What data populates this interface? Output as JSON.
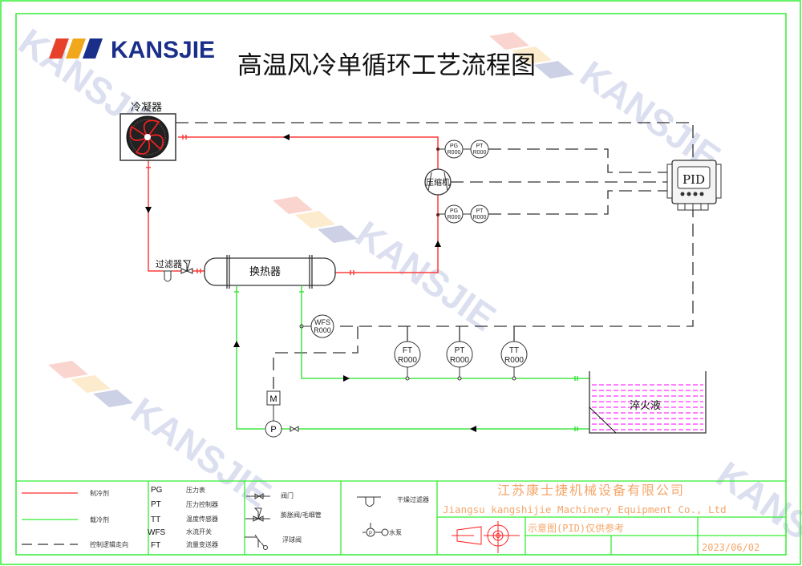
{
  "logo": {
    "brand": "KANSJIE",
    "colors": [
      "#e8412a",
      "#f2a81d",
      "#1a2f8a"
    ]
  },
  "title": "高温风冷单循环工艺流程图",
  "watermark": "KANSJIE",
  "equipment": {
    "condenser": "冷凝器",
    "compressor": "压缩机",
    "filter": "过滤器",
    "heat_exchanger": "换热器",
    "tank": "淬火液",
    "controller": "PID",
    "motor": "M",
    "pump": "P"
  },
  "instruments": {
    "pg_top": {
      "tag": "PG",
      "value": "R000"
    },
    "pt_top": {
      "tag": "PT",
      "value": "R000"
    },
    "pg_bottom": {
      "tag": "PG",
      "value": "R000"
    },
    "pt_bottom": {
      "tag": "PT",
      "value": "R000"
    },
    "wfs": {
      "tag": "WFS",
      "value": "R000"
    },
    "ft": {
      "tag": "FT",
      "value": "R000"
    },
    "pt_water": {
      "tag": "PT",
      "value": "R000"
    },
    "tt": {
      "tag": "TT",
      "value": "R000"
    }
  },
  "colors": {
    "refrigerant": "#ff3b3b",
    "coolant": "#22e022",
    "control": "#333333",
    "frame": "#33ee33",
    "company": "#f5a66a",
    "tank_liquid": "#ff33ff"
  },
  "legend": {
    "lines": [
      {
        "label": "制冷剂"
      },
      {
        "label": "载冷剂"
      },
      {
        "label": "控制逻辑走向"
      }
    ],
    "abbreviations": [
      {
        "code": "PG",
        "desc": "压力表"
      },
      {
        "code": "PT",
        "desc": "压力控制器"
      },
      {
        "code": "TT",
        "desc": "温度传感器"
      },
      {
        "code": "WFS",
        "desc": "水流开关"
      },
      {
        "code": "FT",
        "desc": "流量变送器"
      }
    ],
    "valves": [
      {
        "label": "阀门"
      },
      {
        "label": "膨胀阀/毛细管"
      },
      {
        "label": "浮球阀"
      }
    ],
    "others": [
      {
        "label": "干燥过滤器"
      },
      {
        "label": "水泵"
      }
    ]
  },
  "title_block": {
    "company_cn": "江苏康士捷机械设备有限公司",
    "company_en": "Jiangsu kangshijie Machinery Equipment Co., Ltd",
    "note": "示意图(PID)仅供参考",
    "date": "2023/06/02"
  }
}
